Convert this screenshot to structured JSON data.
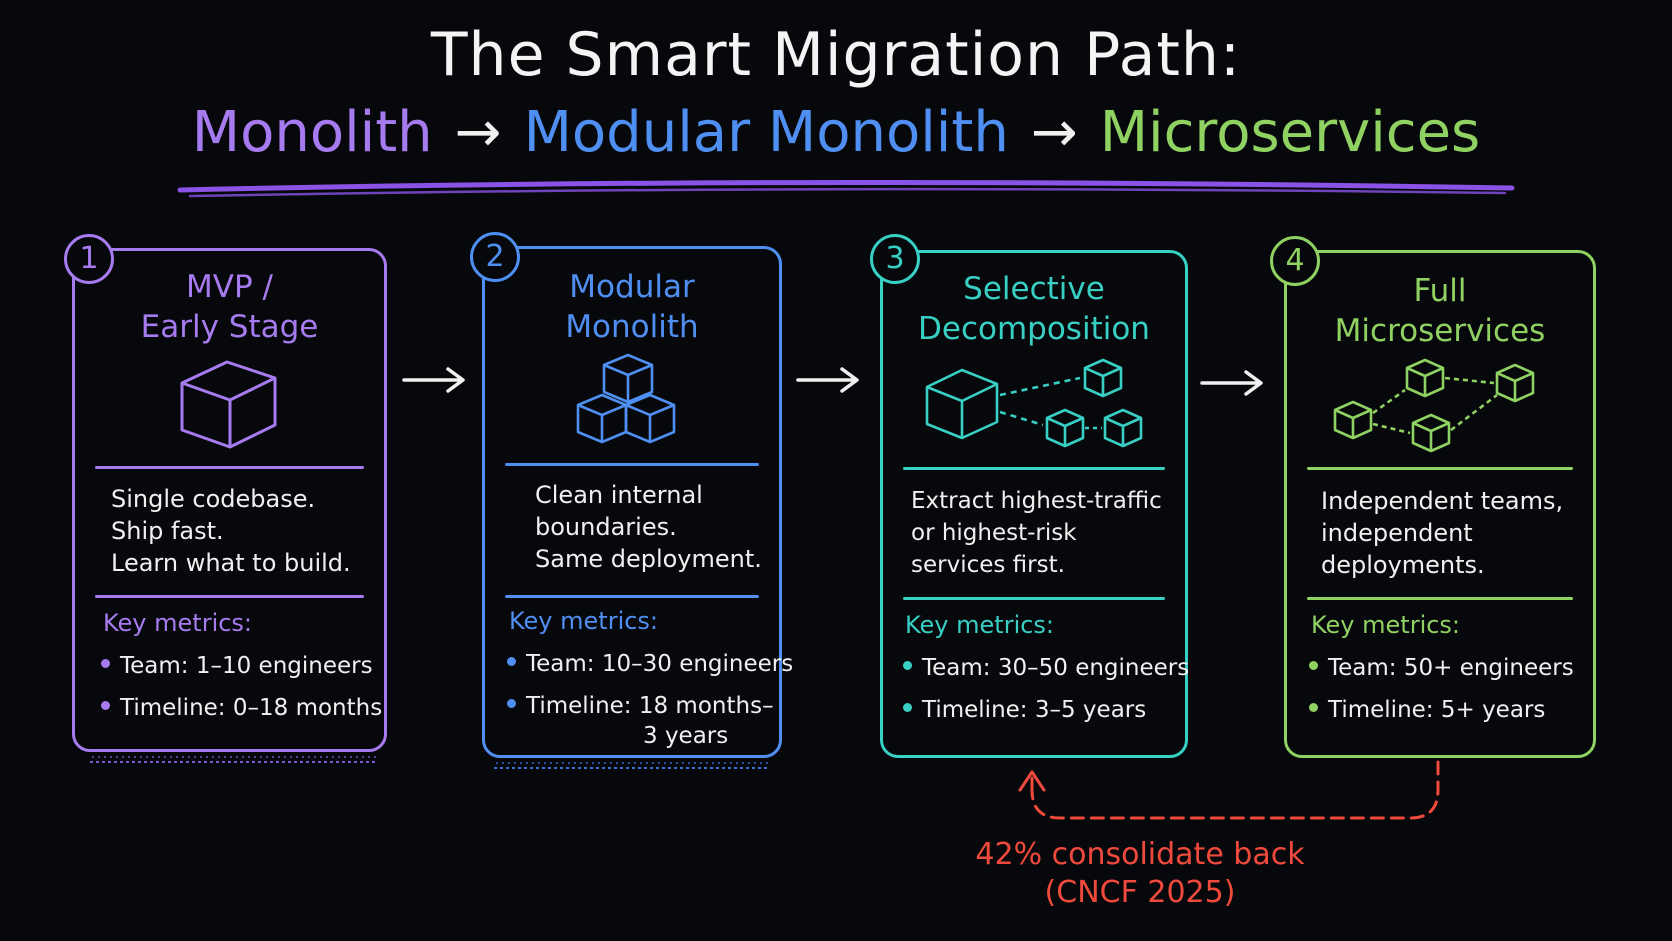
{
  "title": {
    "line1": "The Smart Migration Path:",
    "path": [
      "Monolith",
      "Modular Monolith",
      "Microservices"
    ],
    "arrow": "→"
  },
  "colors": {
    "background": "#07080c",
    "stage1": "#a77bf0",
    "stage2": "#4f8ff2",
    "stage3": "#38cfc4",
    "stage4": "#8fd262",
    "note": "#f04a3c"
  },
  "stages": [
    {
      "number": "1",
      "heading": [
        "MVP /",
        "Early Stage"
      ],
      "icon": "single-cube-icon",
      "description": [
        "Single codebase.",
        "Ship fast.",
        "Learn what to build."
      ],
      "metrics_label": "Key metrics:",
      "metrics": [
        "Team: 1–10 engineers",
        "Timeline: 0–18 months"
      ]
    },
    {
      "number": "2",
      "heading": [
        "Modular",
        "Monolith"
      ],
      "icon": "stacked-cubes-icon",
      "description": [
        "Clean internal",
        "boundaries.",
        "Same deployment."
      ],
      "metrics_label": "Key metrics:",
      "metrics": [
        "Team: 10–30 engineers",
        "Timeline: 18 months–",
        "3 years"
      ]
    },
    {
      "number": "3",
      "heading": [
        "Selective",
        "Decomposition"
      ],
      "icon": "extracted-cubes-icon",
      "description": [
        "Extract highest-traffic",
        "or highest-risk",
        "services first."
      ],
      "metrics_label": "Key metrics:",
      "metrics": [
        "Team: 30–50 engineers",
        "Timeline: 3–5 years"
      ]
    },
    {
      "number": "4",
      "heading": [
        "Full",
        "Microservices"
      ],
      "icon": "networked-cubes-icon",
      "description": [
        "Independent teams,",
        "independent",
        "deployments."
      ],
      "metrics_label": "Key metrics:",
      "metrics": [
        "Team: 50+ engineers",
        "Timeline: 5+ years"
      ]
    }
  ],
  "note": {
    "line1": "42% consolidate back",
    "line2": "(CNCF 2025)"
  }
}
